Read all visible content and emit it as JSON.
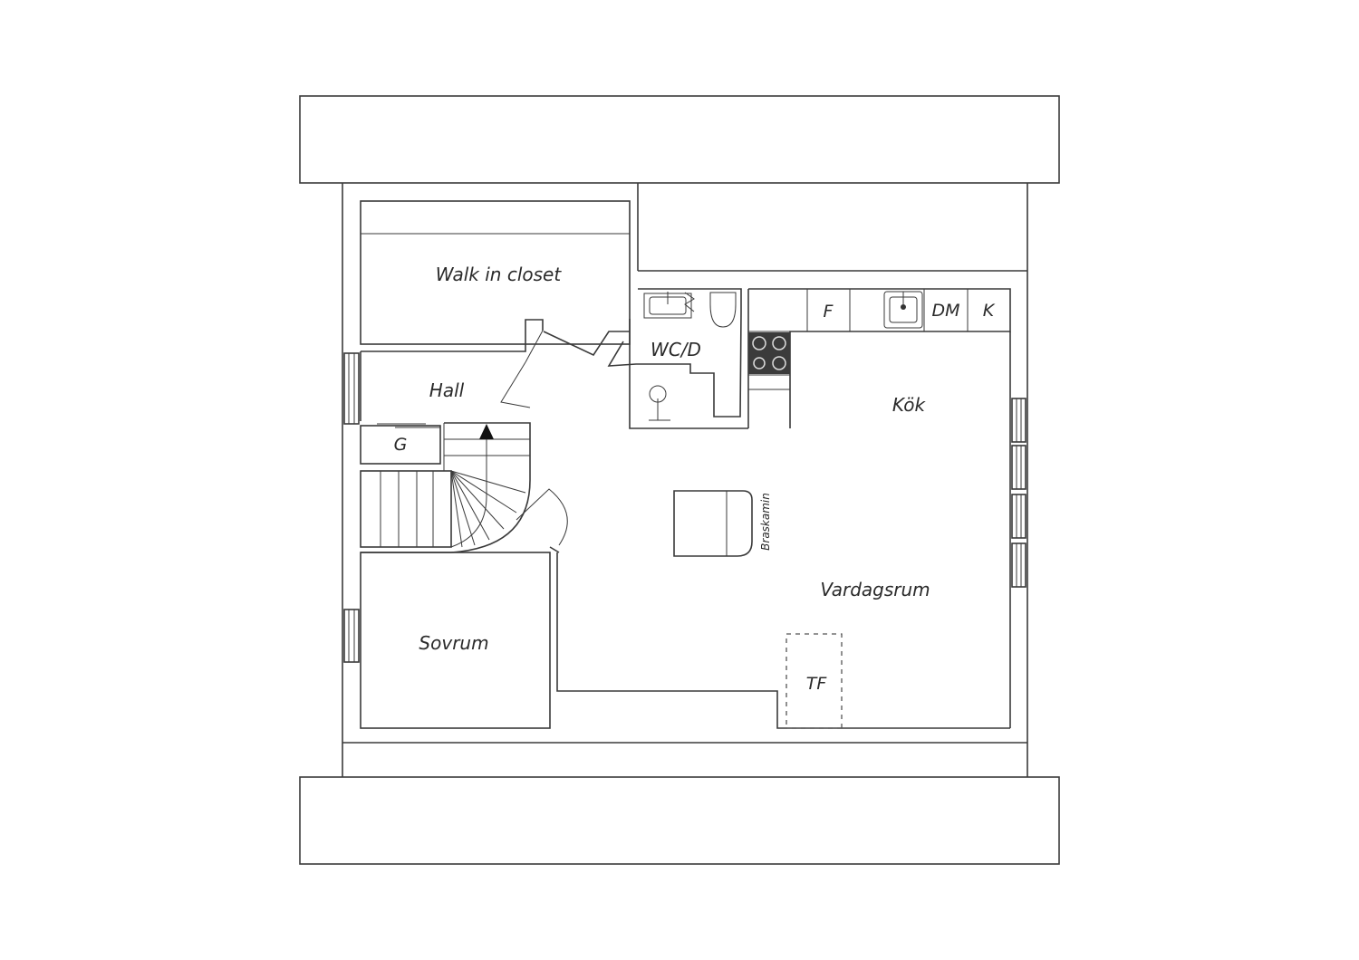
{
  "rooms": {
    "walk_in_closet": "Walk in closet",
    "hall": "Hall",
    "wc": "WC/D",
    "kitchen": "Kök",
    "living_room": "Vardagsrum",
    "bedroom": "Sovrum"
  },
  "fixtures": {
    "wardrobe": "G",
    "fridge": "F",
    "dishwasher": "DM",
    "freezer": "K",
    "fireplace": "Braskamin",
    "storage": "TF"
  },
  "colors": {
    "line": "#3a3a3a",
    "stove": "#3b3b3b",
    "background": "#ffffff"
  }
}
